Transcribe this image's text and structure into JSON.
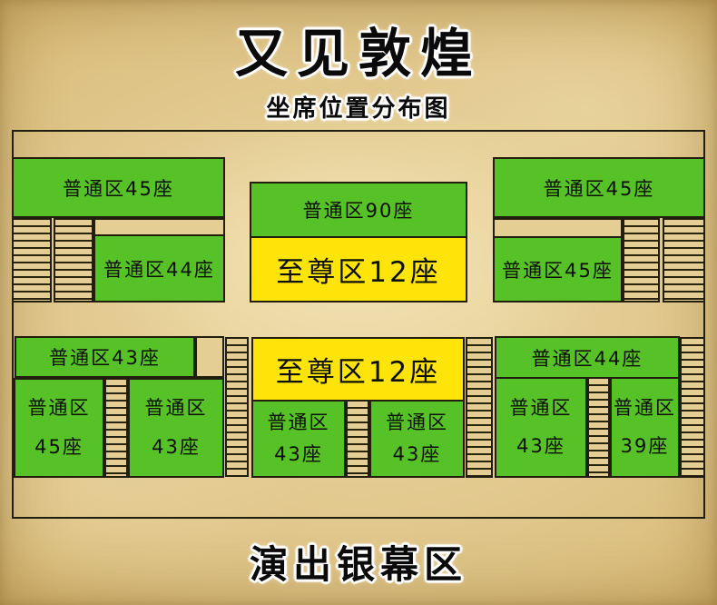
{
  "title": "又见敦煌",
  "subtitle": "坐席位置分布图",
  "screen_label": "演出银幕区",
  "colors": {
    "green": "#56c228",
    "yellow": "#ffe40a",
    "paper": "#ddc183",
    "line": "#211e10"
  },
  "zones": {
    "top_left_bar": {
      "label": "普通区45座"
    },
    "top_left_block": {
      "label": "普通区44座"
    },
    "top_mid_green": {
      "label": "普通区90座"
    },
    "top_mid_vip": {
      "label": "至尊区12座"
    },
    "top_right_bar": {
      "label": "普通区45座"
    },
    "top_right_block": {
      "label": "普通区45座"
    },
    "mid_vip": {
      "label": "至尊区12座"
    },
    "mid_left": {
      "line1": "普通区",
      "line2": "43座"
    },
    "mid_right": {
      "line1": "普通区",
      "line2": "43座"
    },
    "bottom_left_bar": {
      "label": "普通区43座"
    },
    "bottom_left_a": {
      "line1": "普通区",
      "line2": "45座"
    },
    "bottom_left_b": {
      "line1": "普通区",
      "line2": "43座"
    },
    "bottom_right_bar": {
      "label": "普通区44座"
    },
    "bottom_right_a": {
      "line1": "普通区",
      "line2": "43座"
    },
    "bottom_right_b": {
      "line1": "普通区",
      "line2": "39座"
    }
  }
}
